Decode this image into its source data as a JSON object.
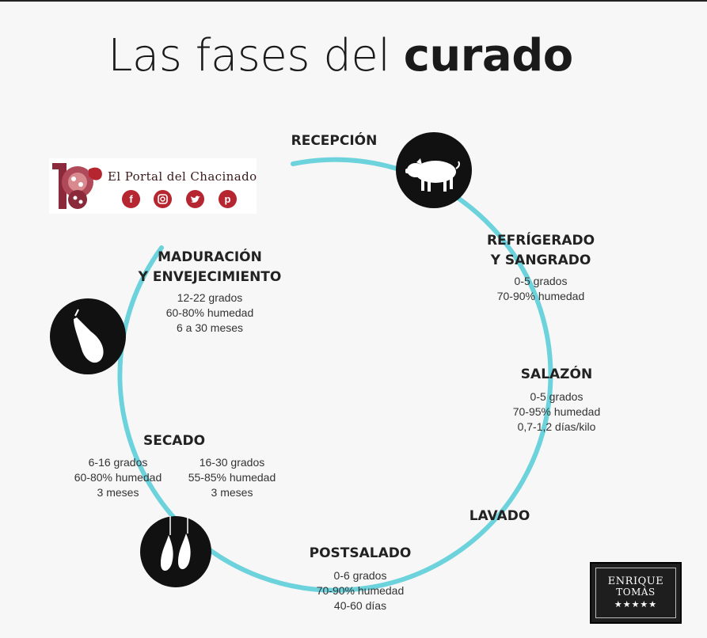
{
  "title": {
    "regular": "Las fases del",
    "bold": "curado"
  },
  "colors": {
    "cycle": "#6cd2dc",
    "icon_bg": "#111111",
    "brand_red": "#b62631"
  },
  "stages": {
    "recepcion": {
      "name": "RECEPCIÓN",
      "icon": "pig-icon"
    },
    "refrigerado": {
      "name_line1": "REFRÍGERADO",
      "name_line2": "Y SANGRADO",
      "details": [
        "0-5 grados",
        "70-90% humedad"
      ]
    },
    "salazon": {
      "name": "SALAZÓN",
      "details": [
        "0-5 grados",
        "70-95% humedad",
        "0,7-1,2 días/kilo"
      ]
    },
    "lavado": {
      "name": "LAVADO"
    },
    "postsalado": {
      "name": "POSTSALADO",
      "details": [
        "0-6 grados",
        "70-90% humedad",
        "40-60 días"
      ]
    },
    "secado": {
      "name": "SECADO",
      "left": [
        "6-16 grados",
        "60-80% humedad",
        "3 meses"
      ],
      "right": [
        "16-30 grados",
        "55-85% humedad",
        "3 meses"
      ]
    },
    "maduracion": {
      "name_line1": "MADURACIÓN",
      "name_line2": "Y ENVEJECIMIENTO",
      "details": [
        "12-22 grados",
        "60-80% humedad",
        "6 a 30 meses"
      ]
    }
  },
  "portal_logo": {
    "name": "El Portal del Chacinado",
    "social_icons": [
      "facebook-icon",
      "instagram-icon",
      "twitter-icon",
      "pinterest-icon"
    ]
  },
  "brand_logo": {
    "line1": "ENRIQUE",
    "line2": "TOMÁS",
    "stars": "★★★★★"
  }
}
